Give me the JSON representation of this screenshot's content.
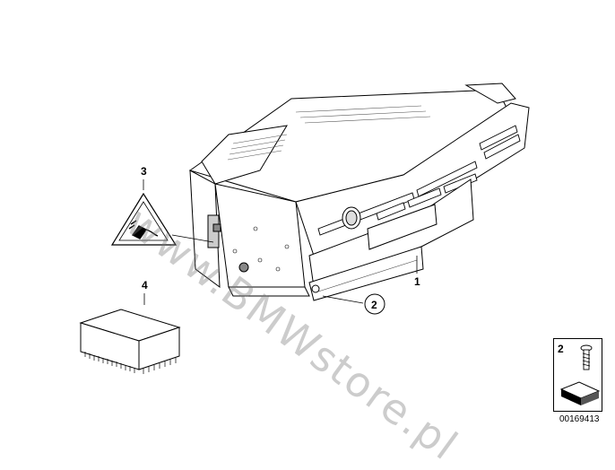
{
  "callouts": {
    "part1": "1",
    "part2": "2",
    "part3": "3",
    "part4": "4"
  },
  "legend": {
    "screw_number": "2",
    "diagram_id": "00169413"
  },
  "watermark": "www.BMWstore.pl"
}
